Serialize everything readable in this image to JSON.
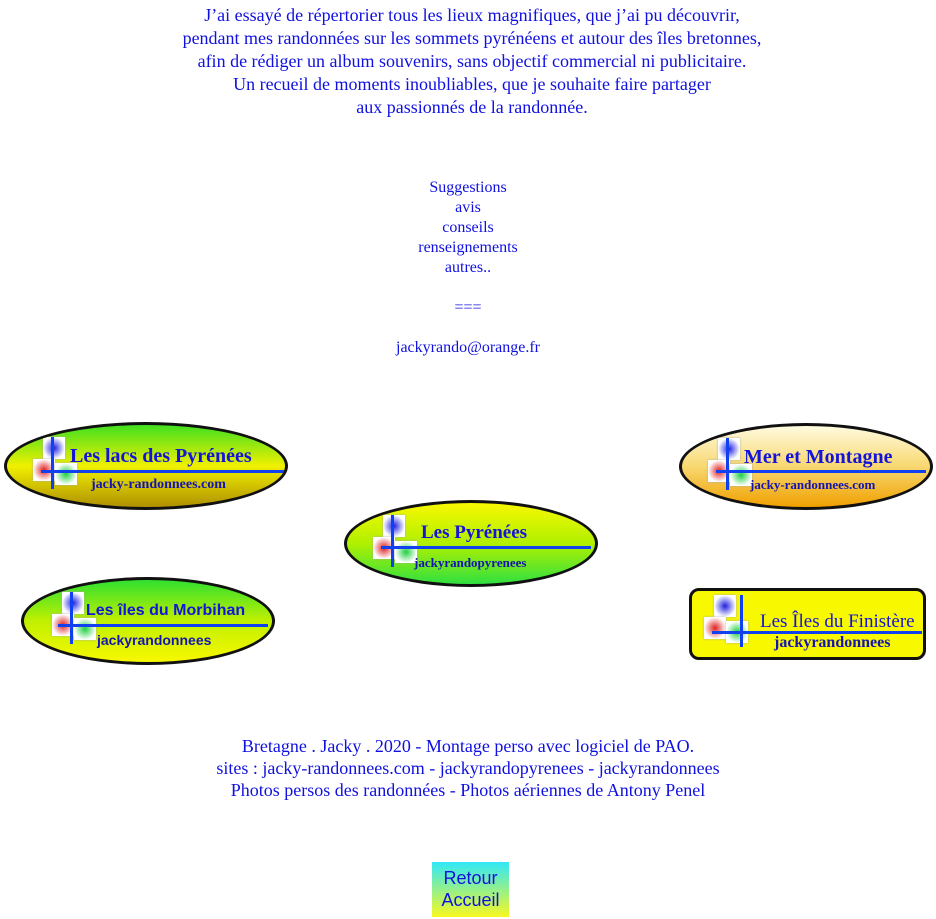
{
  "intro": [
    "J’ai essayé de répertorier tous les lieux magnifiques, que j’ai pu découvrir,",
    "pendant mes randonnées sur les sommets pyrénéens et  autour des îles bretonnes,",
    "afin de rédiger un album souvenirs, sans objectif commercial ni publicitaire.",
    "Un recueil de  moments inoubliables, que je souhaite faire partager",
    "aux passionnés de la randonnée."
  ],
  "contact": [
    "Suggestions",
    "avis",
    "conseils",
    "renseignements",
    "autres..",
    "",
    "===",
    "",
    "jackyrando@orange.fr"
  ],
  "banners": {
    "lacs": {
      "title": "Les lacs des Pyrénées",
      "sub": "jacky-randonnees.com"
    },
    "mer": {
      "title": "Mer et Montagne",
      "sub": "jacky-randonnees.com"
    },
    "pyr": {
      "title": "Les Pyrénées",
      "sub": "jackyrandopyrenees"
    },
    "morb": {
      "title": "Les îles du Morbihan",
      "sub": "jackyrandonnees"
    },
    "fini": {
      "title": "Les Îles du Finistère",
      "sub": "jackyrandonnees"
    }
  },
  "footer": [
    "Bretagne . Jacky . 2020  -   Montage perso avec logiciel de PAO.",
    "sites : jacky-randonnees.com  -  jackyrandopyrenees  -    jackyrandonnees",
    "Photos persos des randonnées  -  Photos aériennes de Antony Penel"
  ],
  "retour": {
    "line1": "Retour",
    "line2": "Accueil"
  }
}
